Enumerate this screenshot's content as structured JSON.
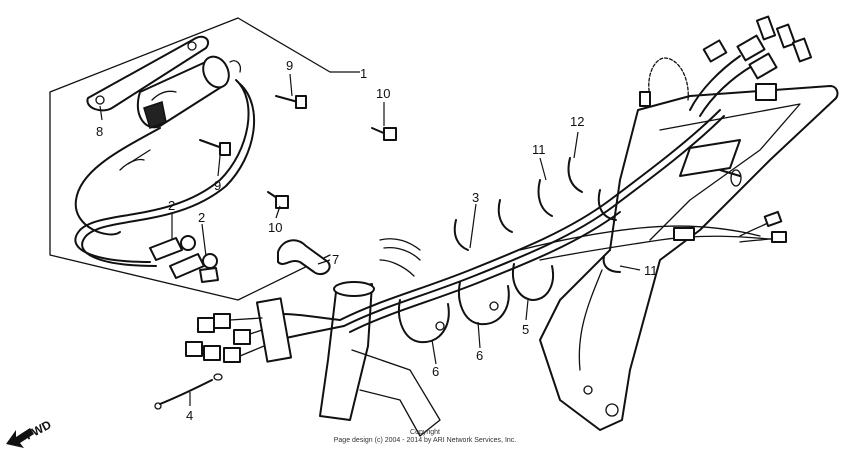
{
  "callouts": {
    "c1": "1",
    "c2a": "2",
    "c2b": "2",
    "c3": "3",
    "c4": "4",
    "c5": "5",
    "c6a": "6",
    "c6b": "6",
    "c7": "7",
    "c8": "8",
    "c9a": "9",
    "c9b": "9",
    "c10a": "10",
    "c10b": "10",
    "c11a": "11",
    "c11b": "11",
    "c12": "12"
  },
  "fwd_label": "FWD",
  "copyright": {
    "line1": "Copyright",
    "line2": "Page design (c) 2004 - 2014 by ARI Network Services, Inc."
  }
}
